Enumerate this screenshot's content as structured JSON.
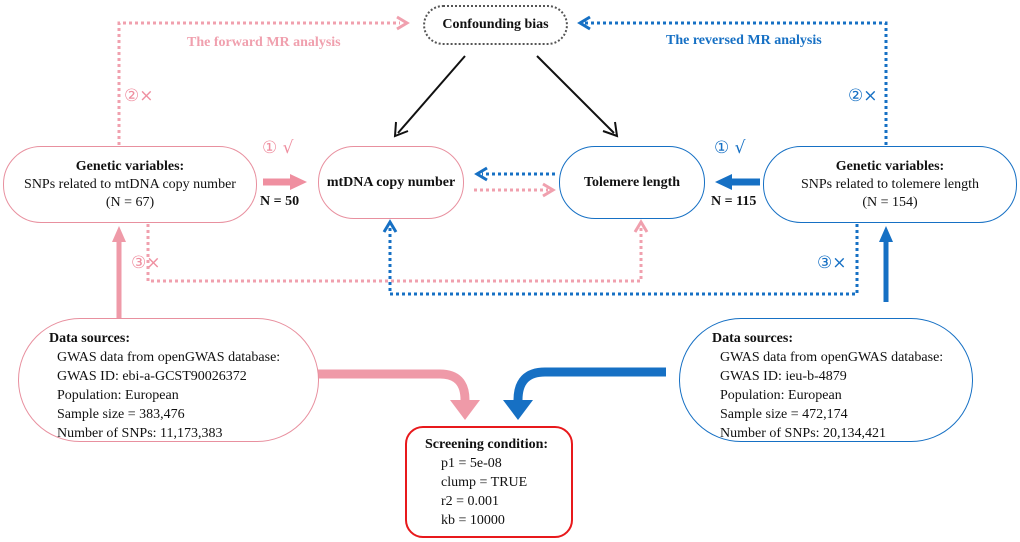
{
  "colors": {
    "forward": "#e8909f",
    "reversed": "#1670c4",
    "screening": "#e8191c",
    "confounder": "#555555"
  },
  "confounding": {
    "label": "Confounding bias"
  },
  "forward": {
    "title": "The forward MR analysis",
    "genetic": {
      "title": "Genetic variables:",
      "line1": "SNPs related to mtDNA copy number",
      "line2": "(N = 67)"
    },
    "exposure": {
      "label": "mtDNA copy number"
    },
    "n_selected": "N = 50",
    "assumptions": {
      "a1": "① √",
      "a2": "②×",
      "a3": "③×"
    },
    "data_sources": {
      "title": "Data sources:",
      "lines": [
        "GWAS data from openGWAS database:",
        "GWAS ID: ebi-a-GCST90026372",
        "Population: European",
        "Sample size = 383,476",
        "Number of SNPs: 11,173,383"
      ]
    }
  },
  "reversed": {
    "title": "The reversed MR analysis",
    "genetic": {
      "title": "Genetic variables:",
      "line1": "SNPs related to tolemere length",
      "line2": "(N = 154)"
    },
    "exposure": {
      "label": "Tolemere length"
    },
    "n_selected": "N = 115",
    "assumptions": {
      "a1": "① √",
      "a2": "②×",
      "a3": "③×"
    },
    "data_sources": {
      "title": "Data sources:",
      "lines": [
        "GWAS data from openGWAS database:",
        "GWAS ID: ieu-b-4879",
        "Population: European",
        "Sample size = 472,174",
        "Number of SNPs: 20,134,421"
      ]
    }
  },
  "screening": {
    "title": "Screening condition:",
    "lines": [
      "p1 = 5e-08",
      "clump = TRUE",
      "r2 = 0.001",
      "kb = 10000"
    ]
  }
}
